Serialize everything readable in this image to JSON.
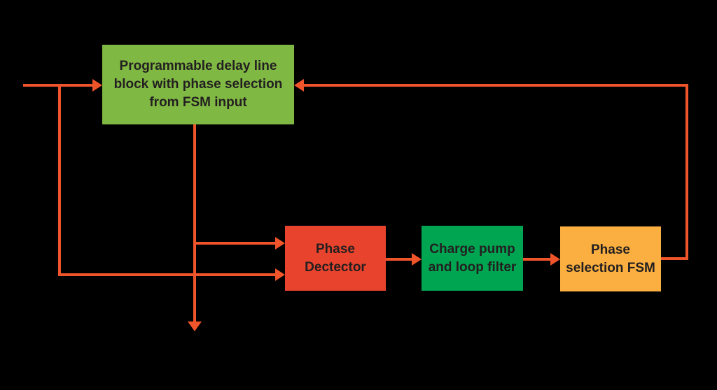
{
  "diagram": {
    "background": "#000000",
    "arrow_color": "#F0542A",
    "text_color": "#231F20",
    "blocks": {
      "delay_line": {
        "label": "Programmable delay line\nblock with phase selection\nfrom FSM input",
        "color": "#7FB843"
      },
      "phase_detector": {
        "label": "Phase\nDectector",
        "color": "#E8432D"
      },
      "charge_pump": {
        "label": "Charge pump\nand loop filter",
        "color": "#00A551"
      },
      "phase_fsm": {
        "label": "Phase\nselection FSM",
        "color": "#FAAF40"
      }
    }
  }
}
